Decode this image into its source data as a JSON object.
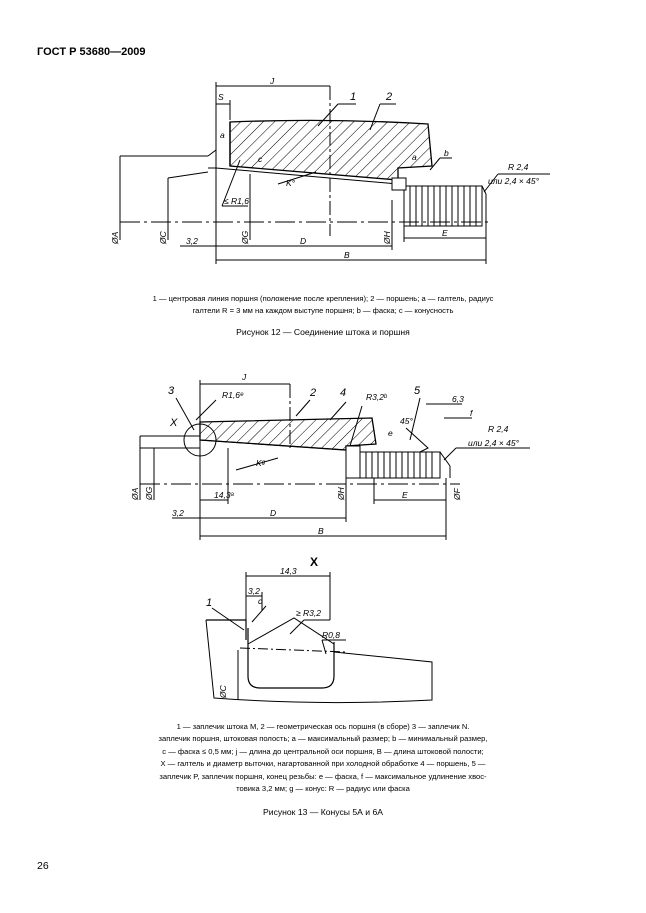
{
  "header": {
    "standard": "ГОСТ Р 53680—2009"
  },
  "figure12": {
    "labels": {
      "J": "J",
      "S": "S",
      "n1": "1",
      "n2": "2",
      "a": "a",
      "b": "b",
      "c": "c",
      "r16": "≤ R1,6",
      "k": "K°",
      "r24": "R 2,4",
      "r24b": "или 2,4 × 45°",
      "dA": "ØA",
      "dC": "ØC",
      "dG": "ØG",
      "dH": "ØH",
      "d32": "3,2",
      "D": "D",
      "B": "B",
      "E": "E"
    },
    "legend_line1": "1 — центровая линия поршня (положение после крепления); 2 — поршень; a — галтель, радиус",
    "legend_line2": "галтели R = 3 мм на каждом выступе поршня; b — фаска; c — конусность",
    "caption": "Рисунок 12 — Соединение штока и поршня"
  },
  "figure13": {
    "labels": {
      "n3": "3",
      "X": "X",
      "J": "J",
      "r16": "R1,6ᵉ",
      "n2": "2",
      "n4": "4",
      "r32": "R3,2ᵇ",
      "n5": "5",
      "d63": "6,3",
      "f": "f",
      "a45": "45°",
      "e": "e",
      "r24": "R 2,4",
      "r24b": "или 2,4 × 45°",
      "k": "Kᵍ",
      "dA": "ØA",
      "dG": "ØG",
      "d143": "14,3ᵃ",
      "dH": "ØH",
      "E": "E",
      "dF": "ØF",
      "d32": "3,2",
      "D": "D",
      "B": "B"
    },
    "detail": {
      "title": "X",
      "d143": "14,3",
      "d32": "3,2",
      "c": "c",
      "n1": "1",
      "r32": "≥ R3,2",
      "r08": "R0,8",
      "dC": "ØC"
    },
    "legend_line1": "1 — заплечик штока M, 2 — геометрическая ось поршня (в сборе) 3 — заплечик N.",
    "legend_line2": "заплечик поршня, штоковая полость; a — максимальный размер; b — минимальный размер,",
    "legend_line3": "c — фаска ≤ 0,5 мм; j — длина до центральной оси поршня, B — длина штоковой полости;",
    "legend_line4": "X — галтель и диаметр выточки, нагартованной при холодной обработке 4 — поршень, 5 —",
    "legend_line5": "заплечик P, заплечик поршня, конец резьбы: e — фаска, f — максимальное удлинение хвос-",
    "legend_line6": "товика 3,2 мм; g — конус: R — радиус или фаска",
    "caption": "Рисунок 13 — Конусы 5А и 6А"
  },
  "page_number": "26"
}
